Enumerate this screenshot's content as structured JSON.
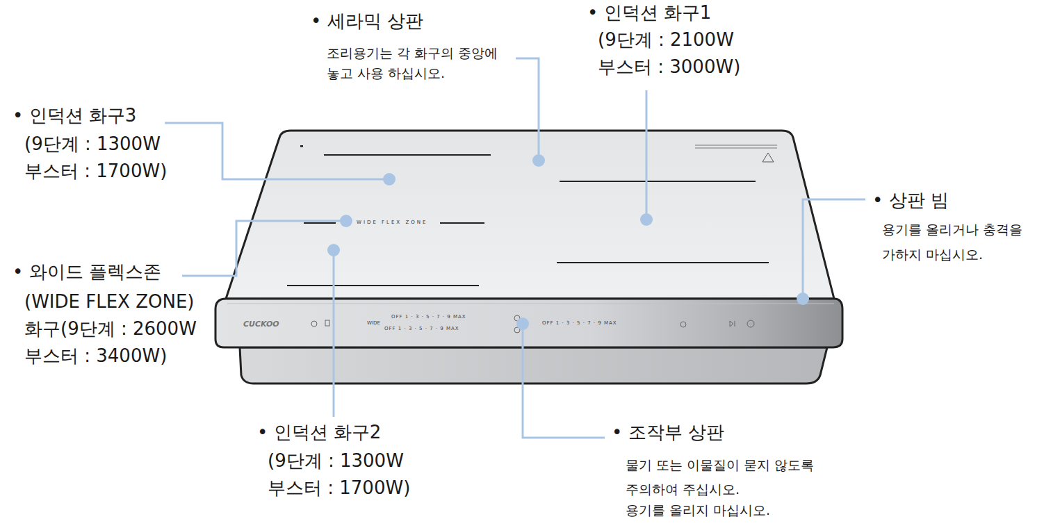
{
  "diagram": {
    "labels": [
      "• 세라믹 상판",
      "조리용기는 각 화구의 중앙에 놓고 사용 하십시오.",
      "• 인덕션 화구1",
      "(9단계 : 2100W 부스터 : 3000W)",
      "• 인덕션 화구3",
      "(9단계 : 1300W 부스터 : 1700W)",
      "• 상판 빔",
      "용기를 올리거나 충격을 가하지 마십시오.",
      "• 와이드 플렉스존",
      "(WIDE FLEX ZONE) 화구(9단계 : 2600W 부스터 : 3400W)",
      "• 인덕션 화구2",
      "(9단계 : 1300W 부스터 : 1700W)",
      "• 조작부 상판",
      "물기 또는 이물질이 묻지 않도록 주의하여 주십시오.",
      "용기를 올리지 마십시오.",
      "WIDE FLEX ZONE",
      "CUCKOO",
      "WIDE",
      "OFF 1 · 3 · 5 · 7 · 9 MAX",
      "OFF 1 · 3 · 5 · 7 · 9 MAX",
      "OFF 1 · 3 · 5 · 7 · 9 MAX"
    ]
  }
}
